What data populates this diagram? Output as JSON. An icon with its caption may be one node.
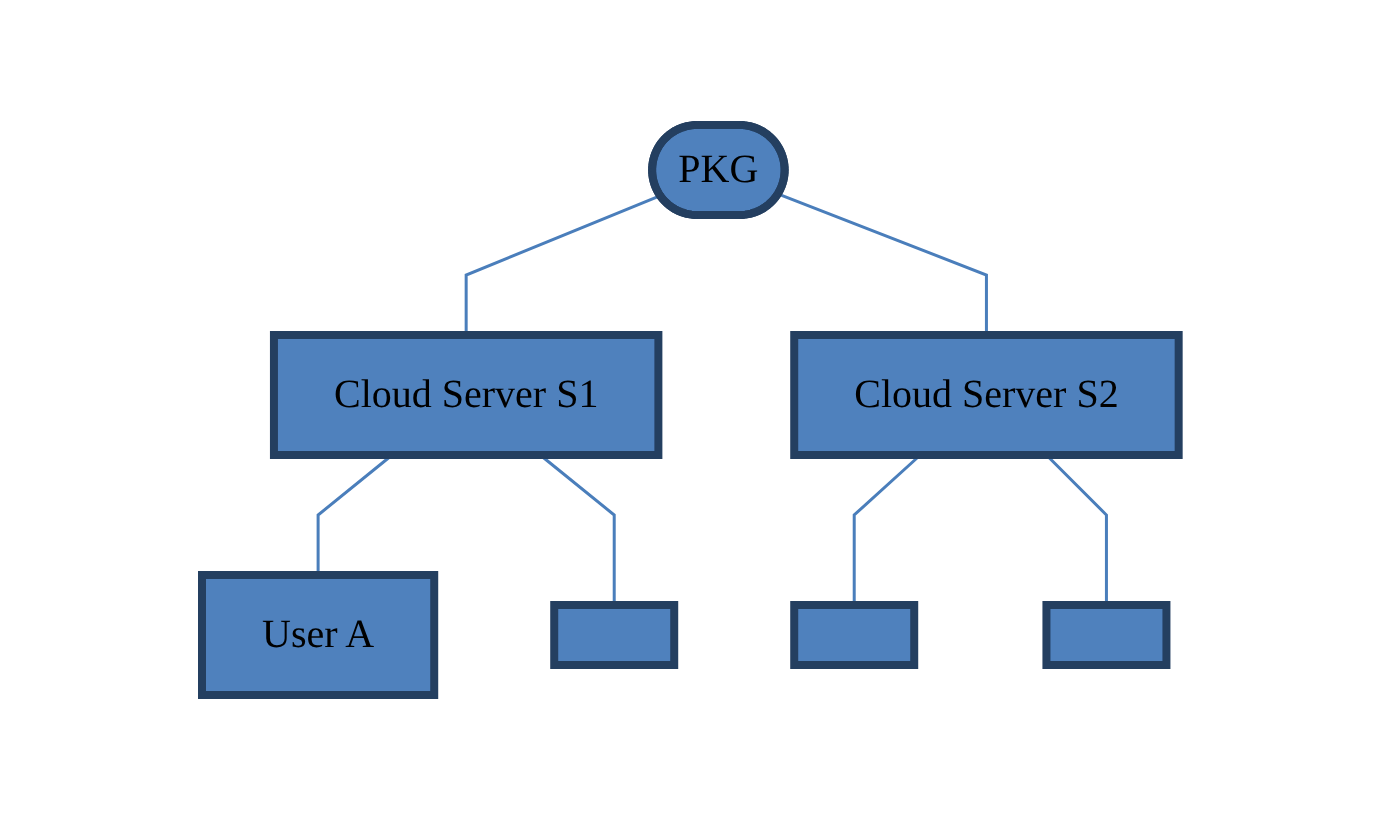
{
  "diagram": {
    "nodes": [
      {
        "text": [
          "PKG"
        ]
      },
      {
        "text": [
          "Cloud Server S1"
        ]
      },
      {
        "text": [
          "Cloud Server S2"
        ]
      },
      {
        "text": [
          "User A"
        ]
      },
      {
        "text": [],
        "shape": "box"
      },
      {
        "text": [],
        "shape": "box"
      },
      {
        "text": [],
        "shape": "box"
      }
    ],
    "edges": [
      {
        "from": 0,
        "to": 1,
        "arrow": "none"
      },
      {
        "from": 0,
        "to": 2,
        "arrow": "none"
      },
      {
        "from": 1,
        "to": 3,
        "arrow": "none"
      },
      {
        "from": 1,
        "to": 4,
        "arrow": "none"
      },
      {
        "from": 2,
        "to": 5,
        "arrow": "none"
      },
      {
        "from": 2,
        "to": 6,
        "arrow": "none"
      }
    ]
  }
}
